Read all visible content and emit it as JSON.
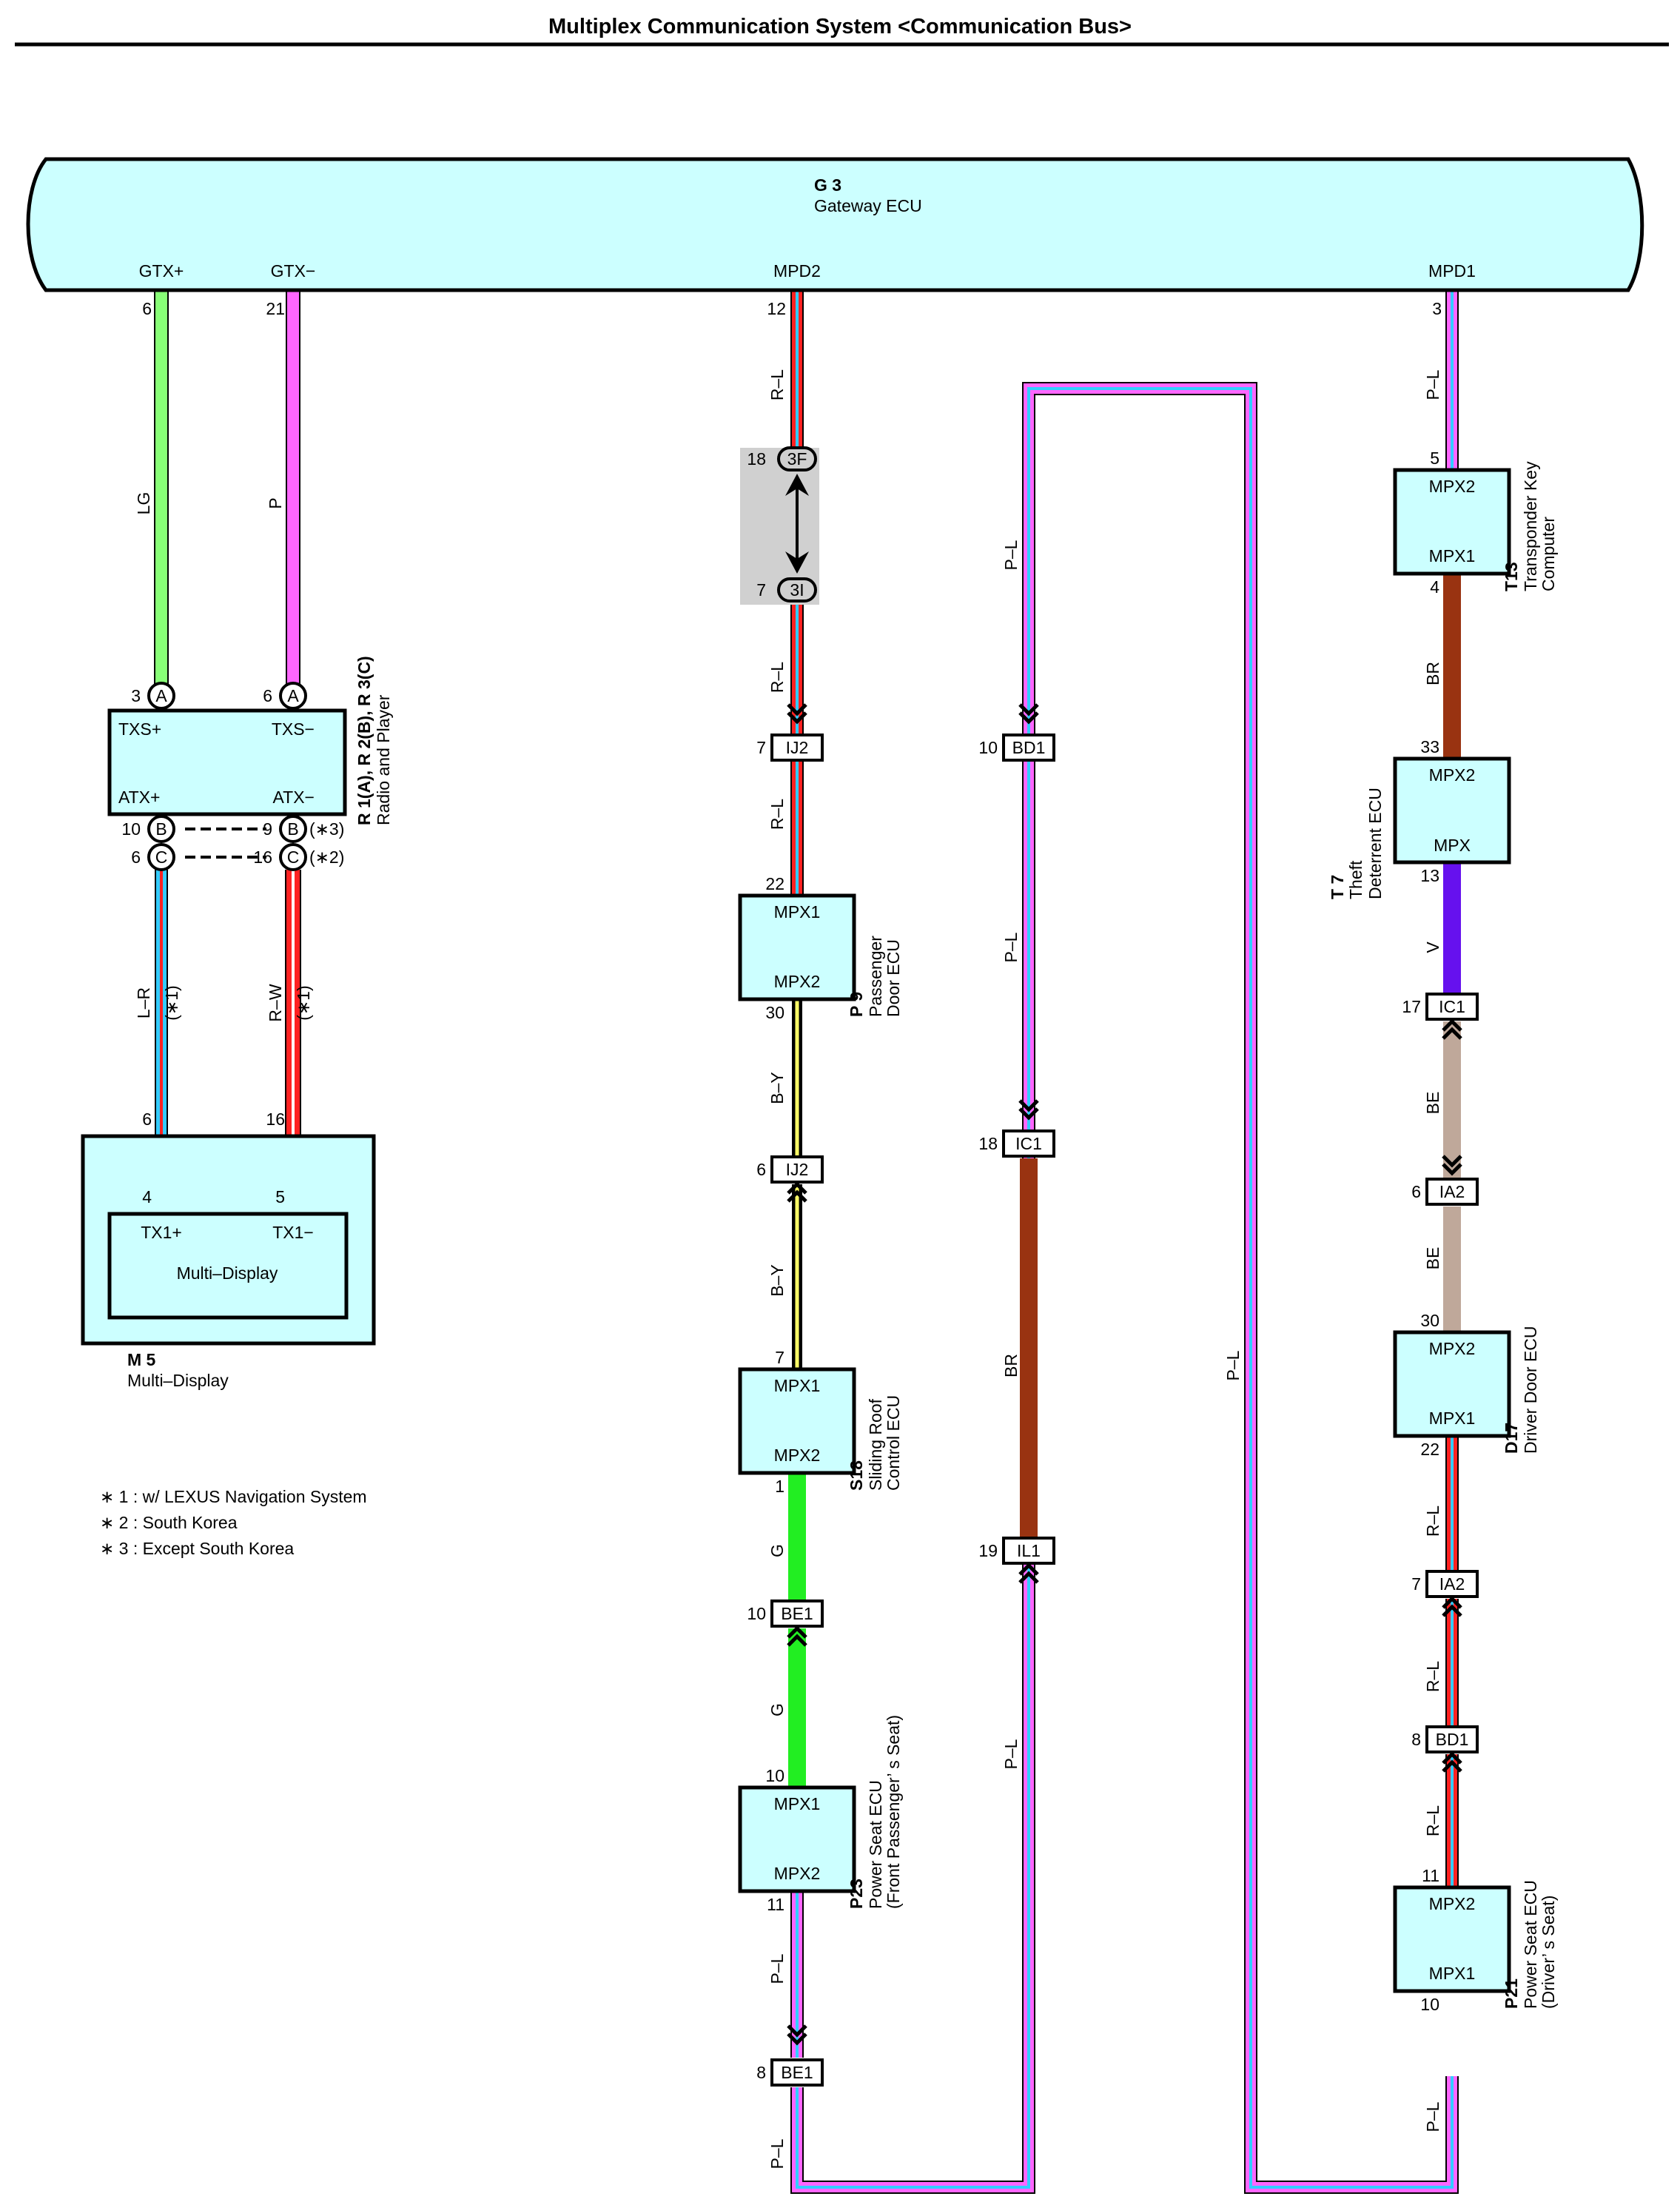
{
  "title": "Multiplex Communication System <Communication Bus>",
  "colors": {
    "ecu_fill": "#ccffff",
    "LG": "#88ff77",
    "P": "#ff66ff",
    "R": "#ff2222",
    "L": "#33ccff",
    "W": "#ffffff",
    "B": "#000000",
    "Y": "#ffff66",
    "G": "#22ee22",
    "BR": "#993311",
    "V": "#6611ee",
    "BE": "#bfa89a",
    "junction_fill": "#d0d0d0"
  },
  "gateway": {
    "code": "G 3",
    "name": "Gateway ECU",
    "pins": [
      {
        "name": "GTX+",
        "pin": "6",
        "wire": "LG"
      },
      {
        "name": "GTX−",
        "pin": "21",
        "wire": "P"
      },
      {
        "name": "MPD2",
        "pin": "12",
        "wire": "R–L"
      },
      {
        "name": "MPD1",
        "pin": "3",
        "wire": "P–L"
      }
    ]
  },
  "radio": {
    "code": "R 1(A), R 2(B), R 3(C)",
    "name": "Radio and Player",
    "terminals": [
      "TXS+",
      "TXS−",
      "ATX+",
      "ATX−"
    ],
    "pins": {
      "a_left": {
        "pin": "3",
        "conn": "A"
      },
      "a_right": {
        "pin": "6",
        "conn": "A"
      },
      "b_left": {
        "pin": "10",
        "conn": "B"
      },
      "b_right": {
        "pin": "9",
        "conn": "B",
        "note": "(∗3)"
      },
      "c_left": {
        "pin": "6",
        "conn": "C"
      },
      "c_right": {
        "pin": "16",
        "conn": "C",
        "note": "(∗2)"
      }
    }
  },
  "multi_display": {
    "code": "M 5",
    "name": "Multi–Display",
    "inner_name": "Multi–Display",
    "terminals": [
      "TX1+",
      "TX1−"
    ],
    "pins": {
      "outer_left": "6",
      "outer_right": "16",
      "inner_left": "4",
      "inner_right": "5"
    },
    "wires": [
      {
        "color": "L–R",
        "note": "(∗1)"
      },
      {
        "color": "R–W",
        "note": "(∗1)"
      }
    ]
  },
  "junction": {
    "top": {
      "pin": "18",
      "name": "3F"
    },
    "bottom": {
      "pin": "7",
      "name": "3I"
    }
  },
  "connectors": [
    {
      "pin": "7",
      "name": "IJ2"
    },
    {
      "pin": "6",
      "name": "IJ2"
    },
    {
      "pin": "10",
      "name": "BE1"
    },
    {
      "pin": "8",
      "name": "BE1"
    },
    {
      "pin": "10",
      "name": "BD1"
    },
    {
      "pin": "18",
      "name": "IC1"
    },
    {
      "pin": "19",
      "name": "IL1"
    },
    {
      "pin": "17",
      "name": "IC1"
    },
    {
      "pin": "6",
      "name": "IA2"
    },
    {
      "pin": "7",
      "name": "IA2"
    },
    {
      "pin": "8",
      "name": "BD1"
    }
  ],
  "ecus": [
    {
      "code": "P 9",
      "name1": "Passenger",
      "name2": "Door ECU",
      "top": "MPX1",
      "bottom": "MPX2",
      "pin_top": "22",
      "pin_bottom": "30"
    },
    {
      "code": "S18",
      "name1": "Sliding Roof",
      "name2": "Control ECU",
      "top": "MPX1",
      "bottom": "MPX2",
      "pin_top": "7",
      "pin_bottom": "1"
    },
    {
      "code": "P23",
      "name1": "Power Seat ECU",
      "name2": "(Front Passenger’ s Seat)",
      "top": "MPX1",
      "bottom": "MPX2",
      "pin_top": "10",
      "pin_bottom": "11"
    },
    {
      "code": "T13",
      "name1": "Transponder Key",
      "name2": "Computer",
      "top": "MPX2",
      "bottom": "MPX1",
      "pin_top": "5",
      "pin_bottom": "4"
    },
    {
      "code": "T 7",
      "name1": "Theft",
      "name2": "Deterrent ECU",
      "top": "MPX2",
      "bottom": "MPX",
      "pin_top": "33",
      "pin_bottom": "13"
    },
    {
      "code": "D17",
      "name1": "Driver Door ECU",
      "name2": "",
      "top": "MPX2",
      "bottom": "MPX1",
      "pin_top": "30",
      "pin_bottom": "22"
    },
    {
      "code": "P21",
      "name1": "Power Seat ECU",
      "name2": "(Driver’ s Seat)",
      "top": "MPX2",
      "bottom": "MPX1",
      "pin_top": "11",
      "pin_bottom": "10"
    }
  ],
  "wire_labels": {
    "lg": "LG",
    "p": "P",
    "rl": "R–L",
    "pl": "P–L",
    "by": "B–Y",
    "g": "G",
    "br": "BR",
    "v": "V",
    "be": "BE"
  },
  "notes": [
    "∗ 1 : w/ LEXUS Navigation System",
    "∗ 2 : South Korea",
    "∗ 3 : Except South Korea"
  ]
}
